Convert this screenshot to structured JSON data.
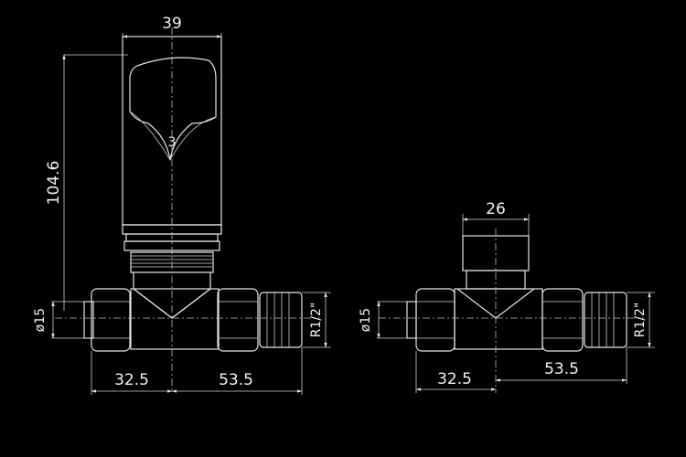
{
  "left_valve": {
    "dims": {
      "top_width": "39",
      "height": "104.6",
      "pipe_diameter": "ø15",
      "thread": "R1/2\"",
      "left_length": "32.5",
      "right_length": "53.5"
    },
    "head_number": "3"
  },
  "right_valve": {
    "dims": {
      "top_width": "26",
      "pipe_diameter": "ø15",
      "thread": "R1/2\"",
      "left_length": "32.5",
      "right_length": "53.5"
    }
  }
}
